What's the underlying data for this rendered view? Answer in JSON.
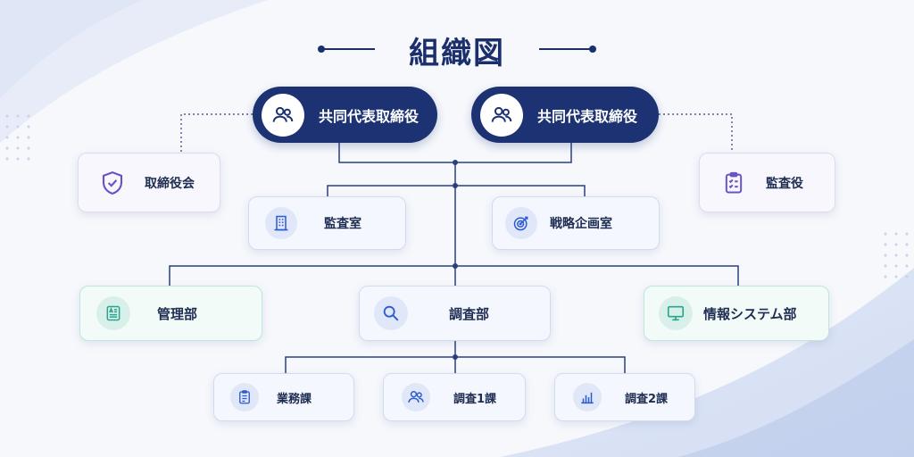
{
  "title": "組織図",
  "colors": {
    "navy": "#1d3272",
    "line": "#2a3f7e",
    "teal": "#2aa58d",
    "purple": "#6a52c7",
    "blue": "#2c5bd0"
  },
  "executives": [
    {
      "label": "共同代表取締役",
      "icon": "users-icon"
    },
    {
      "label": "共同代表取締役",
      "icon": "users-icon"
    }
  ],
  "side": {
    "board": {
      "label": "取締役会",
      "icon": "shield-check-icon"
    },
    "auditor": {
      "label": "監査役",
      "icon": "clipboard-list-icon"
    }
  },
  "staff": [
    {
      "label": "監査室",
      "icon": "building-icon"
    },
    {
      "label": "戦略企画室",
      "icon": "target-icon"
    }
  ],
  "departments": [
    {
      "label": "管理部",
      "icon": "id-card-icon"
    },
    {
      "label": "調査部",
      "icon": "search-icon"
    },
    {
      "label": "情報システム部",
      "icon": "monitor-icon"
    }
  ],
  "sections": [
    {
      "label": "業務課",
      "icon": "clipboard-icon"
    },
    {
      "label": "調査1課",
      "icon": "users-icon"
    },
    {
      "label": "調査2課",
      "icon": "bar-chart-icon"
    }
  ]
}
